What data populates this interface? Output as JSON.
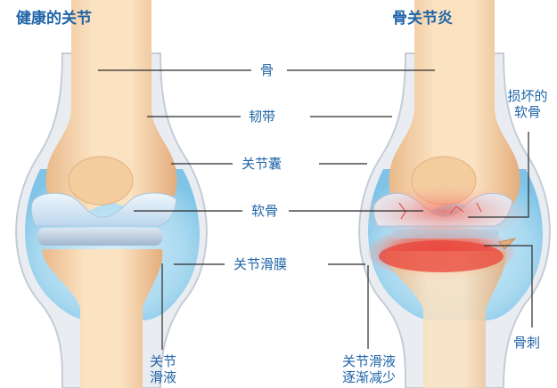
{
  "headings": {
    "healthy": "健康的关节",
    "arthritis": "骨关节炎"
  },
  "labels": {
    "bone": "骨",
    "ligament": "韧带",
    "capsule": "关节囊",
    "cartilage": "软骨",
    "synovium": "关节滑膜",
    "fluid_line1": "关节",
    "fluid_line2": "滑液",
    "damaged_line1": "损坏的",
    "damaged_line2": "软骨",
    "reduced_line1": "关节滑液",
    "reduced_line2": "逐渐减少",
    "spur": "骨刺"
  },
  "colors": {
    "text": "#1f64a8",
    "bone": "#f6d3a8",
    "capsule_fill": "#a8d8ee",
    "ligament": "#c9cdd6",
    "cartilage": "#cfe3f2",
    "inflammation": "#e63b32"
  }
}
